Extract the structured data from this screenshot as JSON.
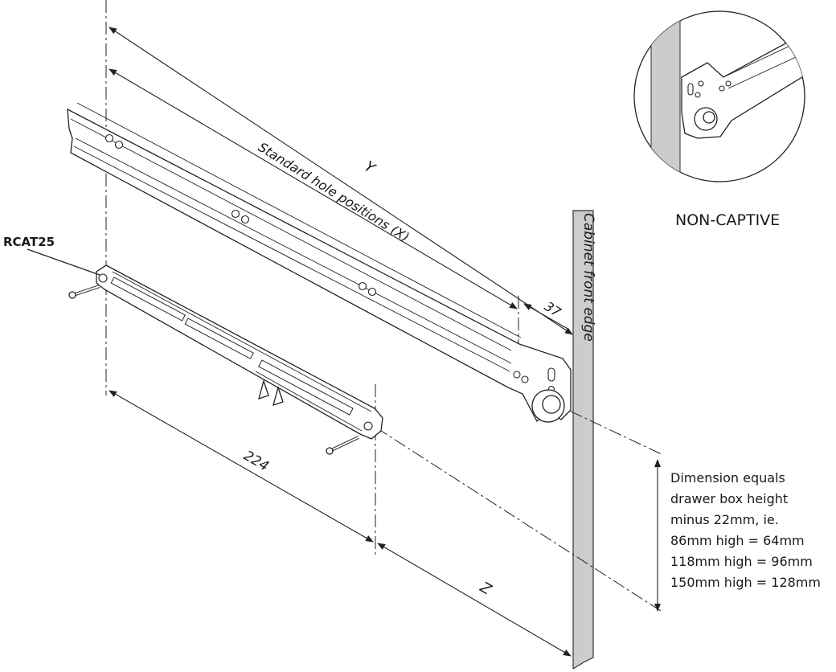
{
  "labels": {
    "y_dim": "Y",
    "x_dim": "Standard hole positions (X)",
    "dim_37": "37",
    "dim_224": "224",
    "z_dim": "Z",
    "cabinet_edge": "Cabinet front edge",
    "part_code": "RCAT25",
    "inset_caption": "NON-CAPTIVE"
  },
  "note": {
    "lines": [
      "Dimension equals",
      "drawer box height",
      "minus 22mm, ie.",
      "86mm high = 64mm",
      "118mm high = 96mm",
      "150mm high = 128mm"
    ]
  }
}
